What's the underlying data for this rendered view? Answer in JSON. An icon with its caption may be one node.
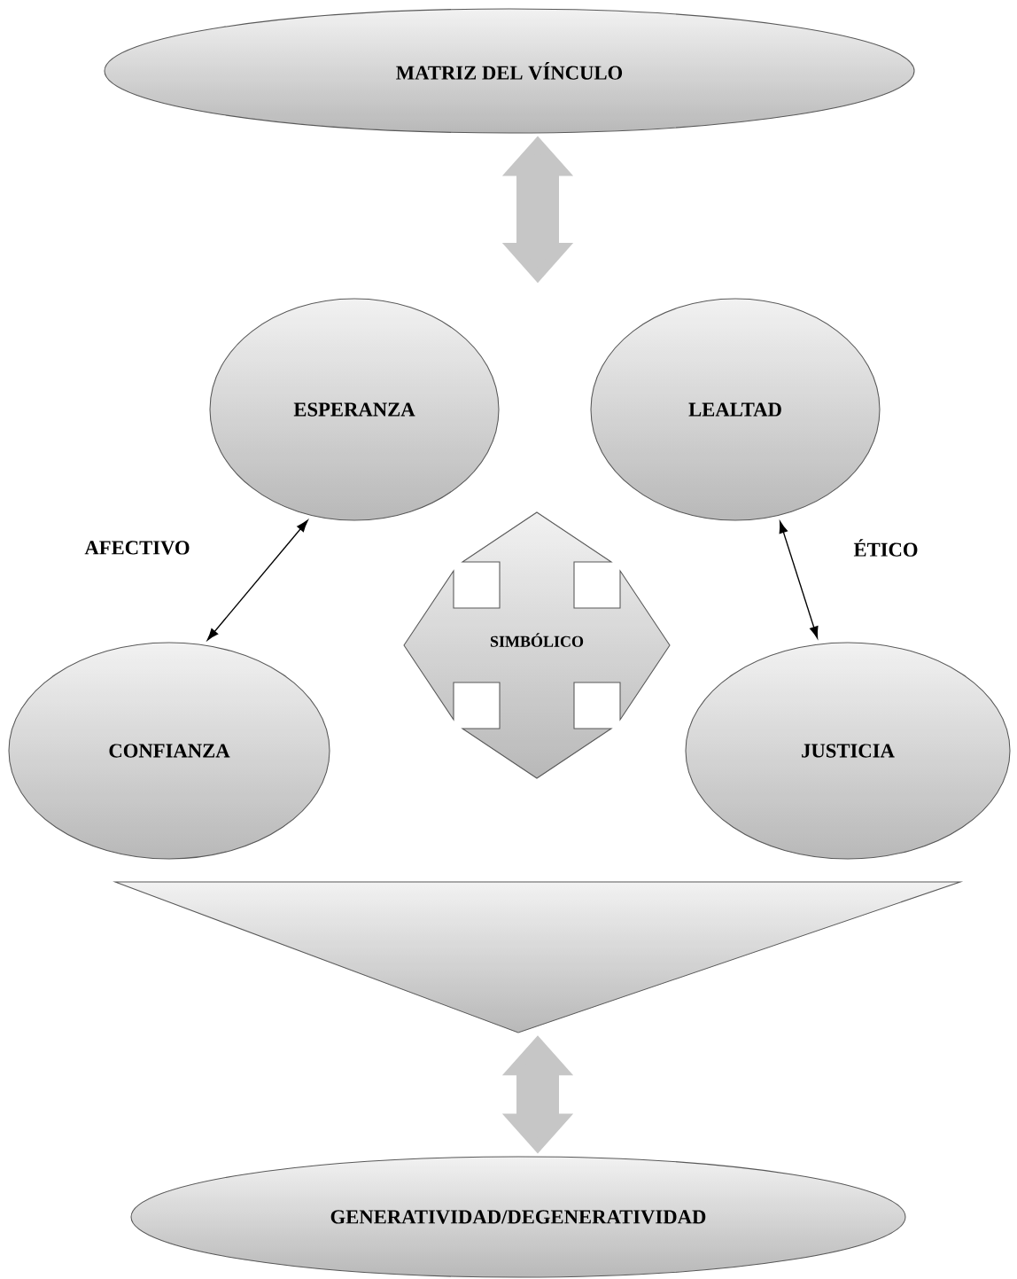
{
  "diagram": {
    "nodes": [
      {
        "text": [
          "MATRIZ DEL VÍNCULO"
        ]
      },
      {
        "text": [
          "ESPERANZA"
        ]
      },
      {
        "text": [
          "LEALTAD"
        ]
      },
      {
        "text": [
          "SIMBÓLICO"
        ]
      },
      {
        "text": [
          "CONFIANZA"
        ]
      },
      {
        "text": [
          "JUSTICIA"
        ]
      },
      {
        "text": [],
        "shape": "triangle"
      },
      {
        "text": [
          "GENERATIVIDAD/DEGENERATIVIDAD"
        ]
      }
    ],
    "edges": [
      {
        "from": null,
        "to": 0,
        "arrow": "both",
        "style": "thick"
      },
      {
        "from": 1,
        "to": 4,
        "arrow": "both",
        "color": "#000000"
      },
      {
        "from": 2,
        "to": 5,
        "arrow": "both",
        "color": "#000000"
      },
      {
        "from": 6,
        "to": 7,
        "arrow": "both",
        "style": "thick"
      }
    ],
    "labels": [
      "AFECTIVO",
      "ÉTICO"
    ]
  }
}
